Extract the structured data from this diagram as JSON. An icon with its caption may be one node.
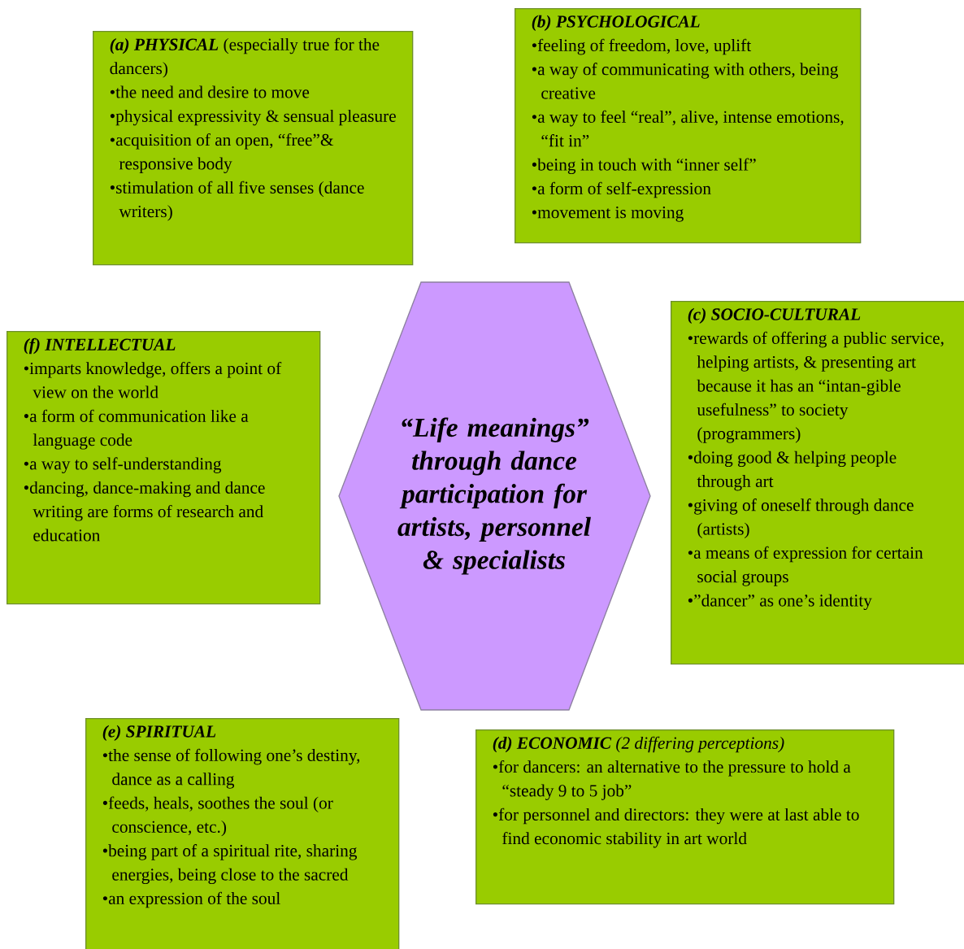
{
  "diagram": {
    "nodes": [
      {
        "text": [
          "(a) PHYSICAL",
          "(especially true for the dancers)",
          "•the need and desire to move",
          "•physical expressivity & sensual pleasure",
          "•acquisition of an open, “free”& responsive body",
          "•stimulation of all five senses (dance writers)"
        ]
      },
      {
        "text": [
          "(b) PSYCHOLOGICAL",
          "•feeling of freedom, love, uplift",
          "•a way of communicating with others, being creative",
          "•a way to feel “real”, alive, intense emotions, “fit in”",
          "•being in touch with “inner self”",
          "•a form of self-expression",
          "•movement is moving"
        ]
      },
      {
        "text": [
          "(f)  INTELLECTUAL",
          "•imparts knowledge, offers a point of view on the world",
          "•a form of communication like a language code",
          "•a way to self-understanding",
          "•dancing, dance-making and dance writing are forms of research and education"
        ]
      },
      {
        "text": [
          "“Life meanings” through dance participation for artists, personnel & specialists"
        ]
      },
      {
        "text": [
          "(c) SOCIO-CULTURAL",
          "•rewards of offering a public service, helping artists, & presenting art because it has an “intan-gible usefulness” to society (programmers)",
          "•doing good & helping people through art",
          "•giving of oneself through dance (artists)",
          "•a means of expression for certain social groups",
          "•”dancer” as one’s identity"
        ]
      },
      {
        "text": [
          "(e)  SPIRITUAL",
          "•the sense of following one’s destiny, dance as a calling",
          "•feeds, heals, soothes the soul (or conscience, etc.)",
          "•being part of a spiritual rite, sharing energies, being close to the sacred",
          "•an expression of the soul"
        ]
      },
      {
        "text": [
          "(d) ECONOMIC",
          "(2 differing perceptions)",
          "•for dancers: an alternative to the pressure to hold a “steady 9 to 5  job”",
          "•for personnel and directors: they were at last able to find economic stability in art world"
        ]
      }
    ]
  }
}
